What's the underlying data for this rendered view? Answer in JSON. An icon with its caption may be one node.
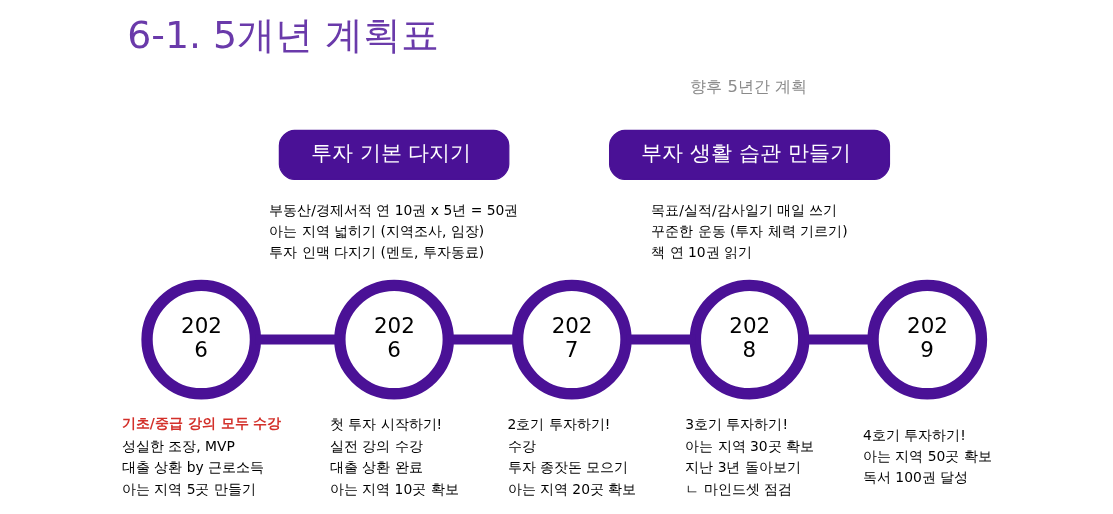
{
  "diagram": {
    "title": "6-1. 5개년 계획표",
    "nodes": [
      {
        "text": [
          "투자 기본 다지기"
        ],
        "beside": [
          "부동산/경제서적 연 10권 x 5년 = 50권",
          "아는 지역 넓히기 (지역조사, 임장)",
          "투자 인맥 다지기 (멘토, 투자동료)"
        ]
      },
      {
        "text": [
          "부자 생활 습관 만들기"
        ],
        "beside": [
          "목표/실적/감사일기 매일 쓰기",
          "꾸준한 운동 (투자 체력 기르기)",
          "책 연 10권 읽기"
        ]
      },
      {
        "text": [
          "202 6"
        ],
        "beside": [
          "기초/중급 강의 모두 수강",
          "성실한 조장, MVP",
          "대출 상환 by 근로소득",
          "아는 지역 5곳 만들기"
        ]
      },
      {
        "text": [
          "202 6"
        ],
        "beside": [
          "첫 투자 시작하기!",
          "실전 강의 수강",
          "대출 상환 완료",
          "아는 지역 10곳 확보"
        ]
      },
      {
        "text": [
          "202 7"
        ],
        "beside": [
          "2호기 투자하기!",
          "수강",
          "투자 종잣돈 모으기",
          "아는 지역 20곳 확보"
        ]
      },
      {
        "text": [
          "202 8"
        ],
        "beside": [
          "3호기 투자하기!",
          "아는 지역 30곳 확보",
          "지난 3년 돌아보기",
          "ㄴ 마인드셋 점검"
        ]
      },
      {
        "text": [
          "202 9"
        ],
        "beside": [
          "4호기 투자하기!",
          "아는 지역 50곳 확보",
          "독서 100권 달성"
        ]
      }
    ],
    "edges": [
      {
        "from": 2,
        "to": 3,
        "arrow": "none"
      },
      {
        "from": 3,
        "to": 4,
        "arrow": "none"
      },
      {
        "from": 4,
        "to": 5,
        "arrow": "none"
      },
      {
        "from": 5,
        "to": 6,
        "arrow": "none"
      }
    ],
    "labels": [
      "향후 5년간 계획"
    ]
  }
}
